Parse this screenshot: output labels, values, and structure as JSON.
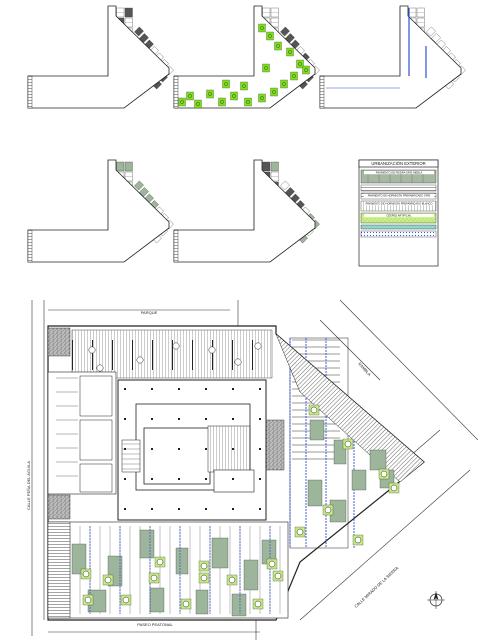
{
  "legend": {
    "title": "URBANIZACIÓN EXTERIOR",
    "items": [
      {
        "text": "PAVIMENTO DE PIEDRA GRIS NIEBLA",
        "color": "#a7b8a2",
        "pattern": "hatch-grey"
      },
      {
        "text": "",
        "color": "#ffffff",
        "pattern": "stripes"
      },
      {
        "text": "PAVIMENTO DE HORMIGÓN PREFABRICADO GRIS",
        "color": "#ffffff",
        "pattern": "dense-lines"
      },
      {
        "text": "PAVIMENTO DE HORMIGÓN PREFABRICADO BLANCO",
        "color": "#ffffff",
        "pattern": "mixed"
      },
      {
        "text": "CÉSPED ARTIFICIAL",
        "color": "#c9f08a",
        "pattern": "grass"
      },
      {
        "text": "",
        "color": "#8fd6c8",
        "pattern": "teal"
      },
      {
        "text": "",
        "color": "#a9c4f0",
        "pattern": "blue-dots"
      }
    ]
  },
  "street_labels": {
    "top": "PARQUE",
    "left": "CALLE PEÑA DEL ÁGUILA",
    "right_top": "RAMBLA",
    "right_bottom": "CALLE MIRADO DE LA SIERRA",
    "bottom": "PASEO PEATONAL"
  },
  "colors": {
    "grass": "#7ee01a",
    "sage": "#9db59a",
    "dark": "#555555",
    "line": "#222222",
    "blue": "#3050d0"
  }
}
